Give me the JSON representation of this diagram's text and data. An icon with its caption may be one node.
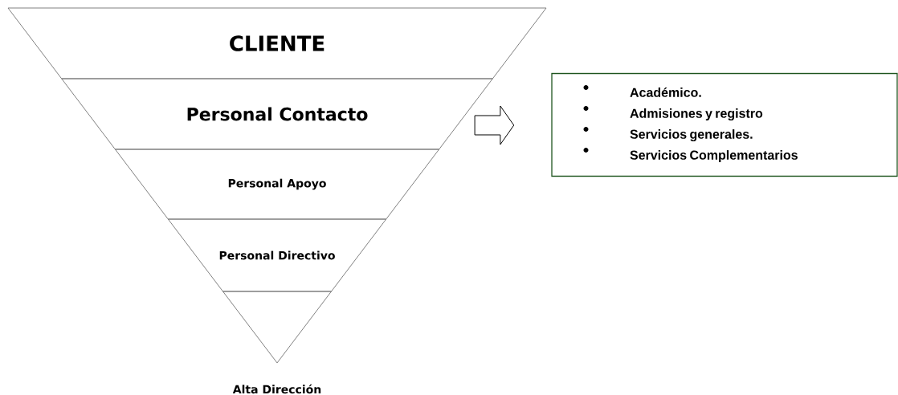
{
  "diagram": {
    "nodes": [
      {
        "text": [
          "CLIENTE"
        ]
      },
      {
        "text": [
          "Personal Contacto"
        ]
      },
      {
        "text": [
          "Personal Apoyo"
        ]
      },
      {
        "text": [
          "Personal Directivo"
        ]
      },
      {
        "text": [],
        "shape": "triangle",
        "beside": [
          "Alta Dirección"
        ]
      },
      {
        "text": [
          "Académico.",
          "Admisiones y registro",
          "Servicios generales.",
          "Servicios Complementarios"
        ]
      }
    ],
    "edges": [
      {
        "from": 1,
        "to": 5,
        "arrow": "to"
      }
    ]
  }
}
